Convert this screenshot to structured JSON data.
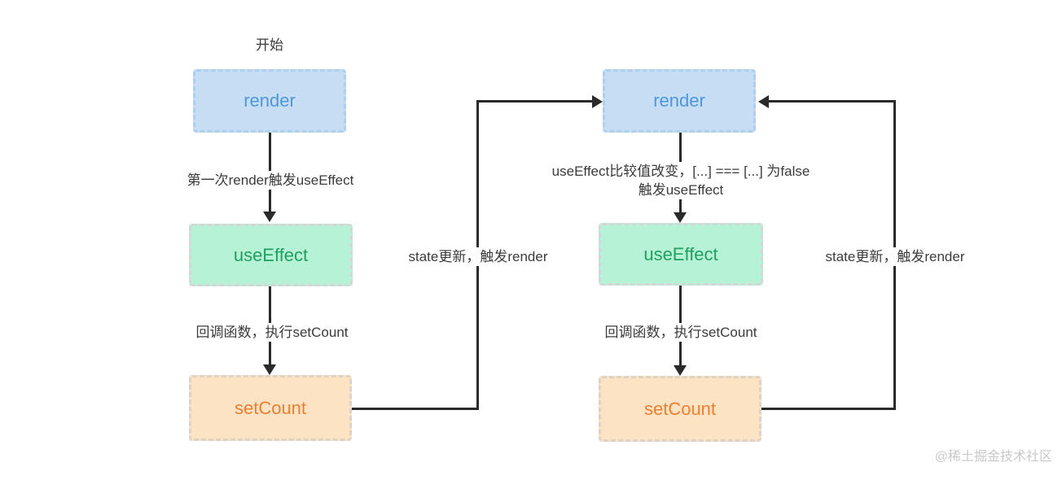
{
  "colors": {
    "render_fill": "#c6ddf4",
    "render_border": "#aed0f0",
    "render_text": "#4e97e0",
    "useeffect_fill": "#b5f2d6",
    "useeffect_border": "#d6d6d6",
    "useeffect_text": "#21a05f",
    "setcount_fill": "#fbe3c3",
    "setcount_border": "#ddd2c4",
    "setcount_text": "#ee7e2f",
    "line": "#2a2a2a",
    "label_text": "#3b3b3b",
    "watermark": "#c9c9c9"
  },
  "nodes": {
    "left_render": "render",
    "left_useeffect": "useEffect",
    "left_setcount": "setCount",
    "right_render": "render",
    "right_useeffect": "useEffect",
    "right_setcount": "setCount"
  },
  "labels": {
    "start": "开始",
    "left_arrow1": "第一次render触发useEffect",
    "left_arrow2": "回调函数，执行setCount",
    "left_loop": "state更新，触发render",
    "right_arrow1_line1": "useEffect比较值改变，[...] === [...] 为false",
    "right_arrow1_line2": "触发useEffect",
    "right_arrow2": "回调函数，执行setCount",
    "right_loop": "state更新，触发render",
    "watermark": "@稀土掘金技术社区"
  }
}
